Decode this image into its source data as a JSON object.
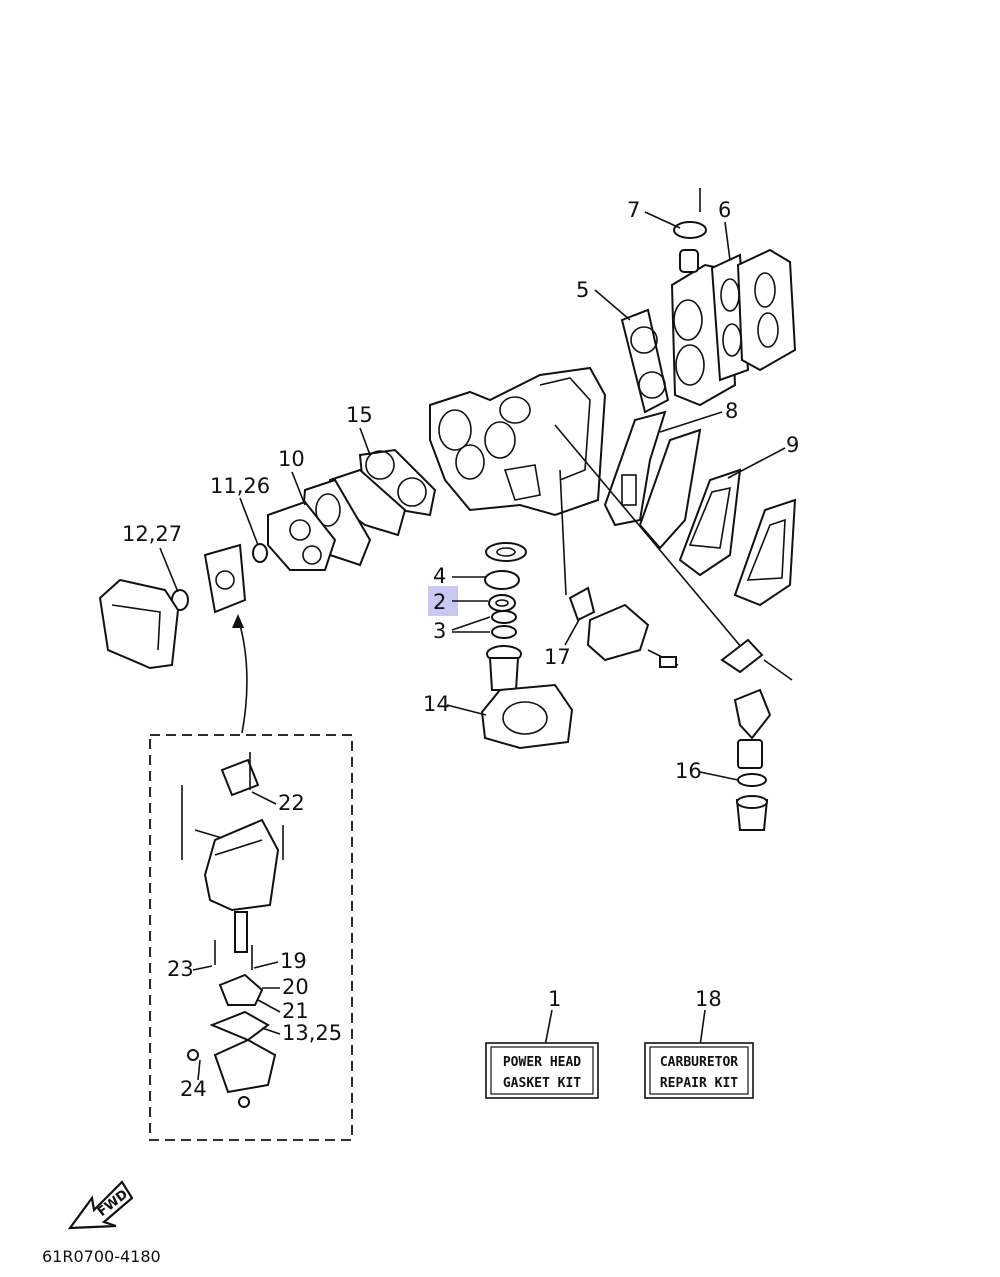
{
  "callouts": [
    {
      "id": "c1",
      "text": "1"
    },
    {
      "id": "c2",
      "text": "2",
      "highlight": true
    },
    {
      "id": "c3",
      "text": "3"
    },
    {
      "id": "c4",
      "text": "4"
    },
    {
      "id": "c5",
      "text": "5"
    },
    {
      "id": "c6",
      "text": "6"
    },
    {
      "id": "c7",
      "text": "7"
    },
    {
      "id": "c8",
      "text": "8"
    },
    {
      "id": "c9",
      "text": "9"
    },
    {
      "id": "c10",
      "text": "10"
    },
    {
      "id": "c11_26",
      "text": "11,26"
    },
    {
      "id": "c12_27",
      "text": "12,27"
    },
    {
      "id": "c13_25",
      "text": "13,25"
    },
    {
      "id": "c14",
      "text": "14"
    },
    {
      "id": "c15",
      "text": "15"
    },
    {
      "id": "c16",
      "text": "16"
    },
    {
      "id": "c17",
      "text": "17"
    },
    {
      "id": "c18",
      "text": "18"
    },
    {
      "id": "c19",
      "text": "19"
    },
    {
      "id": "c20",
      "text": "20"
    },
    {
      "id": "c21",
      "text": "21"
    },
    {
      "id": "c22",
      "text": "22"
    },
    {
      "id": "c23",
      "text": "23"
    },
    {
      "id": "c24",
      "text": "24"
    }
  ],
  "kits": {
    "power_head": {
      "line1": "POWER HEAD",
      "line2": "GASKET KIT"
    },
    "carburetor": {
      "line1": "CARBURETOR",
      "line2": "REPAIR KIT"
    }
  },
  "fwd_label": "FWD",
  "diagram_code": "61R0700-4180",
  "colors": {
    "highlight": "#c8c8f0",
    "ink": "#111111"
  }
}
